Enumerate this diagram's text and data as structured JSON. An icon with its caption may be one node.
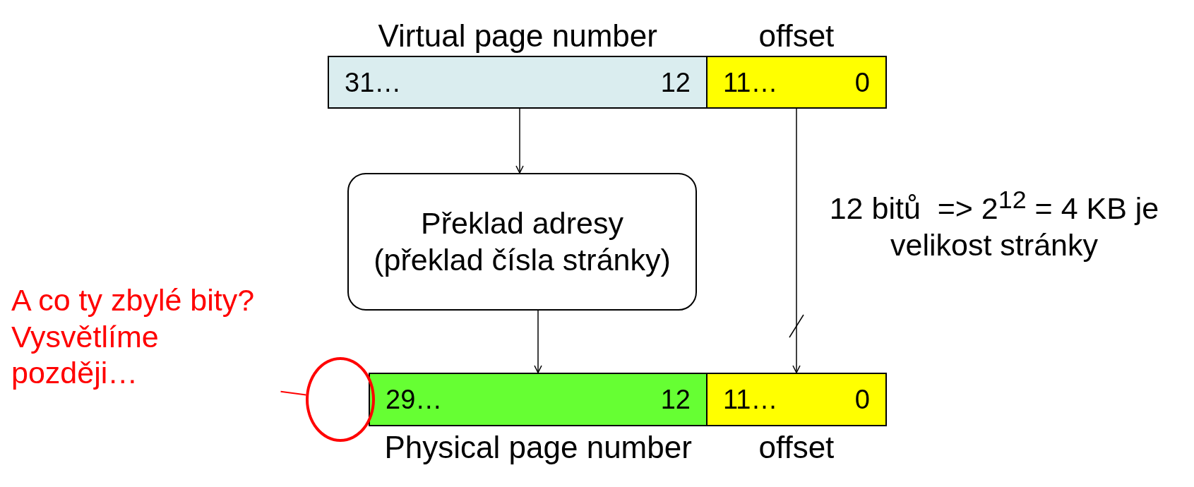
{
  "diagram": {
    "nodes": [
      {
        "text": [
          "Virtual page number",
          "31…",
          "12"
        ]
      },
      {
        "text": [
          "offset",
          "11…",
          "0"
        ]
      },
      {
        "text": [
          "Překlad adresy (překlad čísla stránky)"
        ]
      },
      {
        "text": [
          "29…",
          "12",
          "Physical page number"
        ]
      },
      {
        "text": [
          "11…",
          "0",
          "offset"
        ]
      },
      {
        "text": [
          "A co ty zbylé bity? Vysvětlíme později…"
        ]
      },
      {
        "text": [],
        "shape": "circle"
      }
    ],
    "edges": [
      {
        "from": 0,
        "to": 2,
        "arrow": "to"
      },
      {
        "from": 2,
        "to": 3,
        "arrow": "to"
      },
      {
        "from": 1,
        "to": 4,
        "arrow": "to",
        "label": "12 bitů  => 2$^{12}$ = 4 KB je velikost stránky"
      },
      {
        "from": 5,
        "to": 6,
        "arrow": "none",
        "color": "#ff0000"
      }
    ]
  }
}
